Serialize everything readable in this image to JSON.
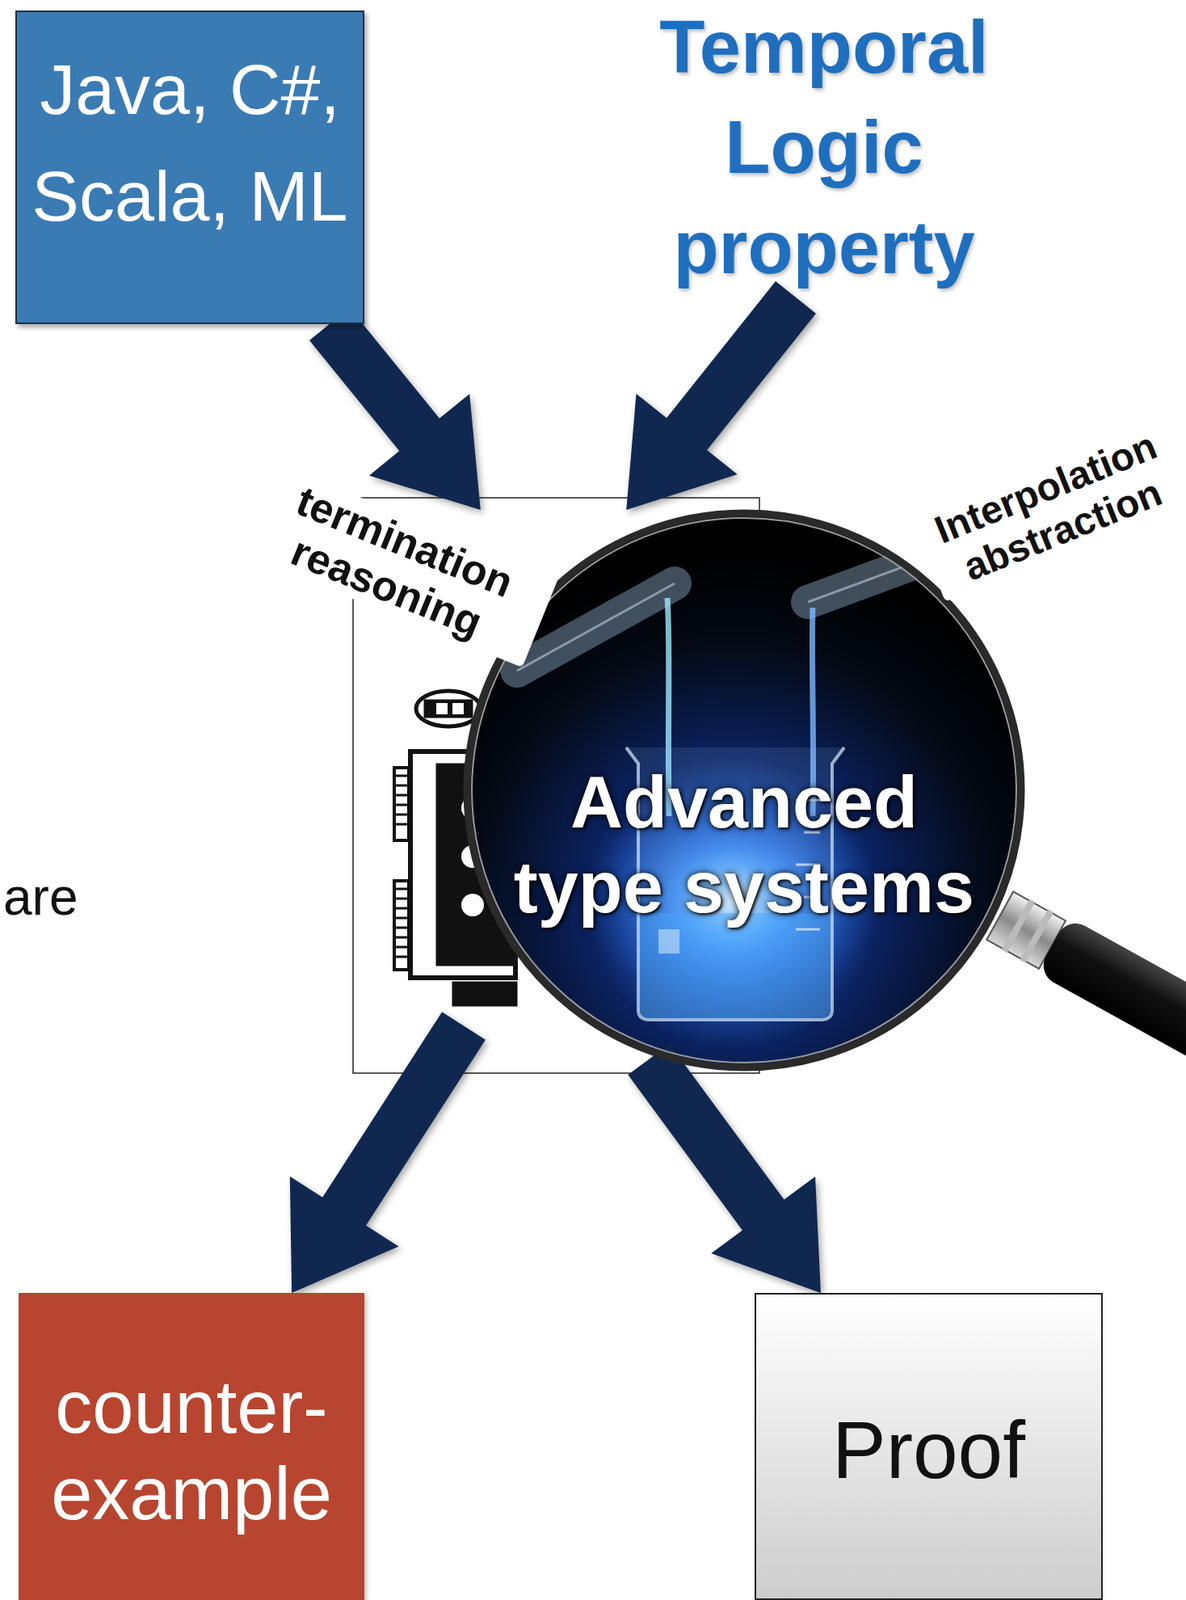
{
  "diagram": {
    "nodes": [
      {
        "text": [
          "Java, C#, Scala, ML"
        ]
      },
      {
        "text": [
          "Temporal Logic property"
        ]
      },
      {
        "text": [
          "Advanced type systems"
        ]
      },
      {
        "text": [
          "counter- example"
        ]
      },
      {
        "text": [
          "Proof"
        ]
      }
    ],
    "edges": [
      {
        "from": 0,
        "to": 2,
        "arrow": "to"
      },
      {
        "from": 1,
        "to": 2,
        "arrow": "to"
      },
      {
        "from": 2,
        "to": 3,
        "arrow": "to"
      },
      {
        "from": 2,
        "to": 4,
        "arrow": "to"
      }
    ],
    "labels": [
      "termination reasoning",
      "Interpolation abstraction",
      "are"
    ]
  }
}
